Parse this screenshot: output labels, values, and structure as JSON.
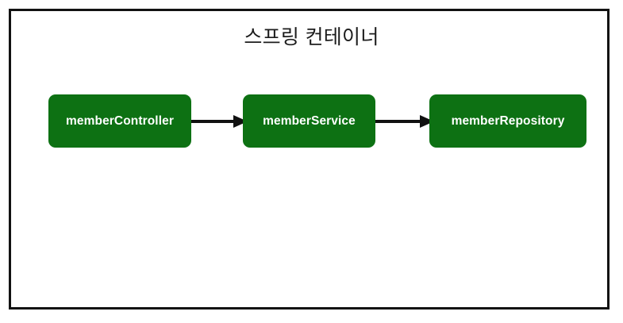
{
  "diagram": {
    "title": "스프링 컨테이너",
    "background_color": "#ffffff",
    "frame_color": "#121212",
    "node_color": "#0d7113",
    "node_text_color": "#ffffff",
    "arrow_color": "#111111",
    "nodes": [
      {
        "id": "memberController",
        "label": "memberController"
      },
      {
        "id": "memberService",
        "label": "memberService"
      },
      {
        "id": "memberRepository",
        "label": "memberRepository"
      }
    ],
    "connections": [
      {
        "from": "memberController",
        "to": "memberService",
        "style": "solid-arrow"
      },
      {
        "from": "memberService",
        "to": "memberRepository",
        "style": "solid-arrow"
      }
    ]
  }
}
